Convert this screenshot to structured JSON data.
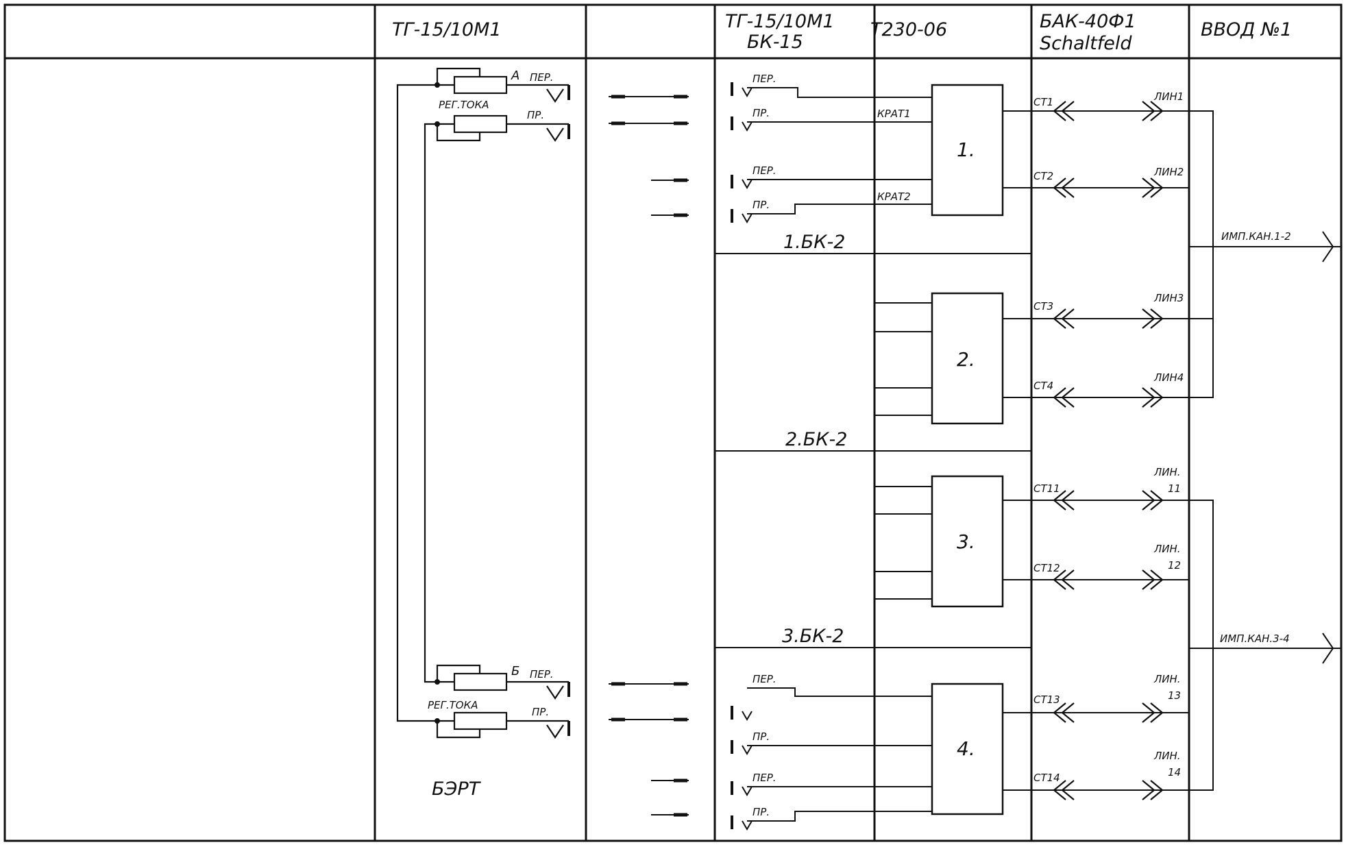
{
  "headers": {
    "col2": "ТГ-15/10М1",
    "col4_line1": "ТГ-15/10М1",
    "col4_line2": "БК-15",
    "col5": "Т230-06",
    "col6_line1": "БАК-40Ф1",
    "col6_line2": "Schaltfeld",
    "col7": "ВВОД №1"
  },
  "bert": {
    "title": "БЭРТ",
    "top_letter": "А",
    "bottom_letter": "Б",
    "reg_label": "РЕГ.ТОКА",
    "per": "ПЕР.",
    "pr": "ПР."
  },
  "bk": {
    "per": "ПЕР.",
    "pr": "ПР.",
    "krat1": "КРАТ1",
    "krat2": "КРАТ2",
    "section1": "1.БК-2",
    "section2": "2.БК-2",
    "section3": "3.БК-2"
  },
  "blocks": [
    "1.",
    "2.",
    "3.",
    "4."
  ],
  "connectors": {
    "st": [
      "СТ1",
      "СТ2",
      "СТ3",
      "СТ4",
      "СТ11",
      "СТ12",
      "СТ13",
      "СТ14"
    ],
    "lin": [
      "ЛИН1",
      "ЛИН2",
      "ЛИН3",
      "ЛИН4",
      "ЛИН.",
      "ЛИН.",
      "ЛИН.",
      "ЛИН."
    ],
    "lin_num": [
      "",
      "",
      "",
      "",
      "11",
      "12",
      "13",
      "14"
    ]
  },
  "outputs": {
    "imp12": "ИМП.КАН.1-2",
    "imp34": "ИМП.КАН.3-4"
  }
}
